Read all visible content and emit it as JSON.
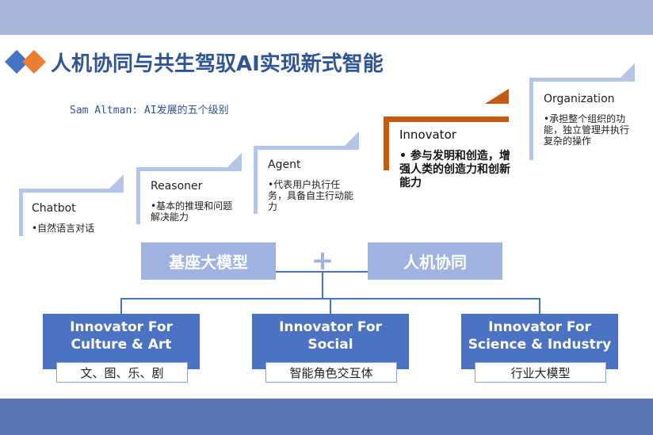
{
  "title": "人机协同与共生驾驭AI实现新式智能",
  "subtitle": "Sam Altman: AI发展的五个级别",
  "levels": [
    {
      "name": "Chatbot",
      "desc": "•自然语言对话"
    },
    {
      "name": "Reasoner",
      "desc": "•基本的推理和问题解决能力"
    },
    {
      "name": "Agent",
      "desc": "•代表用户执行任务，具备自主行动能力"
    },
    {
      "name": "Innovator",
      "desc": "• 参与发明和创造，增强人类的创造力和创新能力"
    },
    {
      "name": "Organization",
      "desc": "•承担整个组织的功能，独立管理并执行复杂的操作"
    }
  ],
  "foundation": {
    "left": "基座大模型",
    "right": "人机协同",
    "plus": "+"
  },
  "branches": [
    {
      "title": "Innovator For Culture & Art",
      "sub": "文、图、乐、剧"
    },
    {
      "title": "Innovator For Social",
      "sub": "智能角色交互体"
    },
    {
      "title": "Innovator For Science & Industry",
      "sub": "行业大模型"
    }
  ],
  "colors": {
    "accent_blue": "#4472c4",
    "accent_orange": "#c55a11",
    "light_blue": "#9eb3e0"
  }
}
